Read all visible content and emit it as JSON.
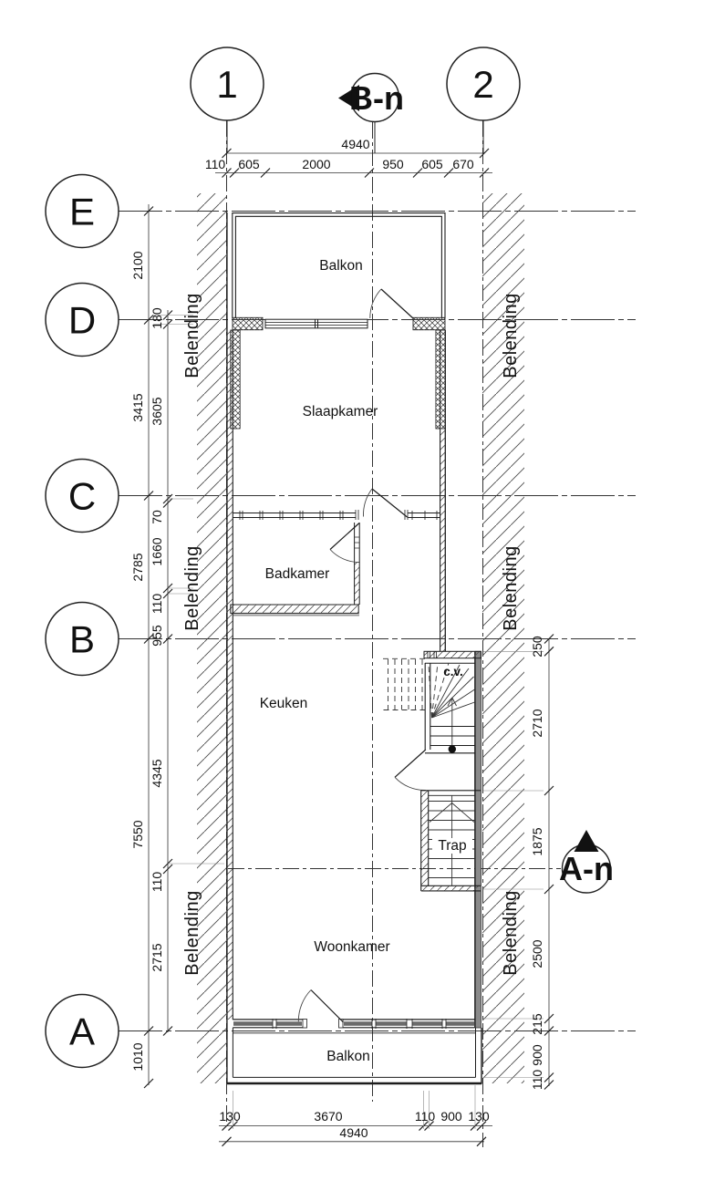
{
  "plan": {
    "grid": {
      "cols": [
        "1",
        "2"
      ],
      "rows": [
        "E",
        "D",
        "C",
        "B",
        "A"
      ]
    },
    "sections": {
      "top_label": "B-n",
      "side_label": "A-n"
    },
    "rooms": {
      "balkon_top": "Balkon",
      "slaapkamer": "Slaapkamer",
      "badkamer": "Badkamer",
      "keuken": "Keuken",
      "cv": "c.v.",
      "trap": "Trap",
      "woonkamer": "Woonkamer",
      "balkon_bottom": "Balkon"
    },
    "neighbor_label": "Belending",
    "dims": {
      "top_total": "4940",
      "top_segments": [
        "110",
        "605",
        "2000",
        "950",
        "605",
        "670"
      ],
      "left_outer": [
        "2100",
        "3415",
        "2785",
        "7550",
        "1010"
      ],
      "left_inner": [
        "180",
        "3605",
        "70",
        "1660",
        "110",
        "955",
        "4345",
        "110",
        "2715"
      ],
      "right_side": [
        "250",
        "2710",
        "1875",
        "2500",
        "215",
        "900",
        "110"
      ],
      "bottom_segments": [
        "130",
        "3670",
        "110",
        "900",
        "130"
      ],
      "bottom_total": "4940"
    }
  }
}
